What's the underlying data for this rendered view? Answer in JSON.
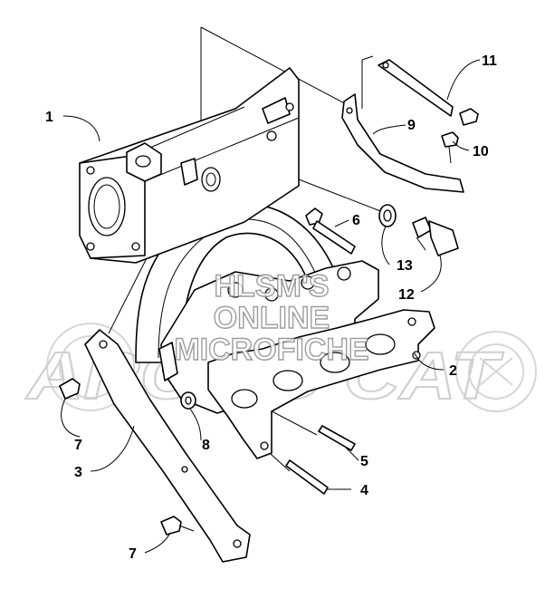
{
  "watermark": {
    "lines": [
      "HLSM'S",
      "ONLINE",
      "MICROFICHE"
    ],
    "logo": "ARCTIC CAT"
  },
  "callouts": [
    "1",
    "2",
    "3",
    "4",
    "5",
    "6",
    "7",
    "7",
    "8",
    "9",
    "10",
    "11",
    "12",
    "13"
  ]
}
